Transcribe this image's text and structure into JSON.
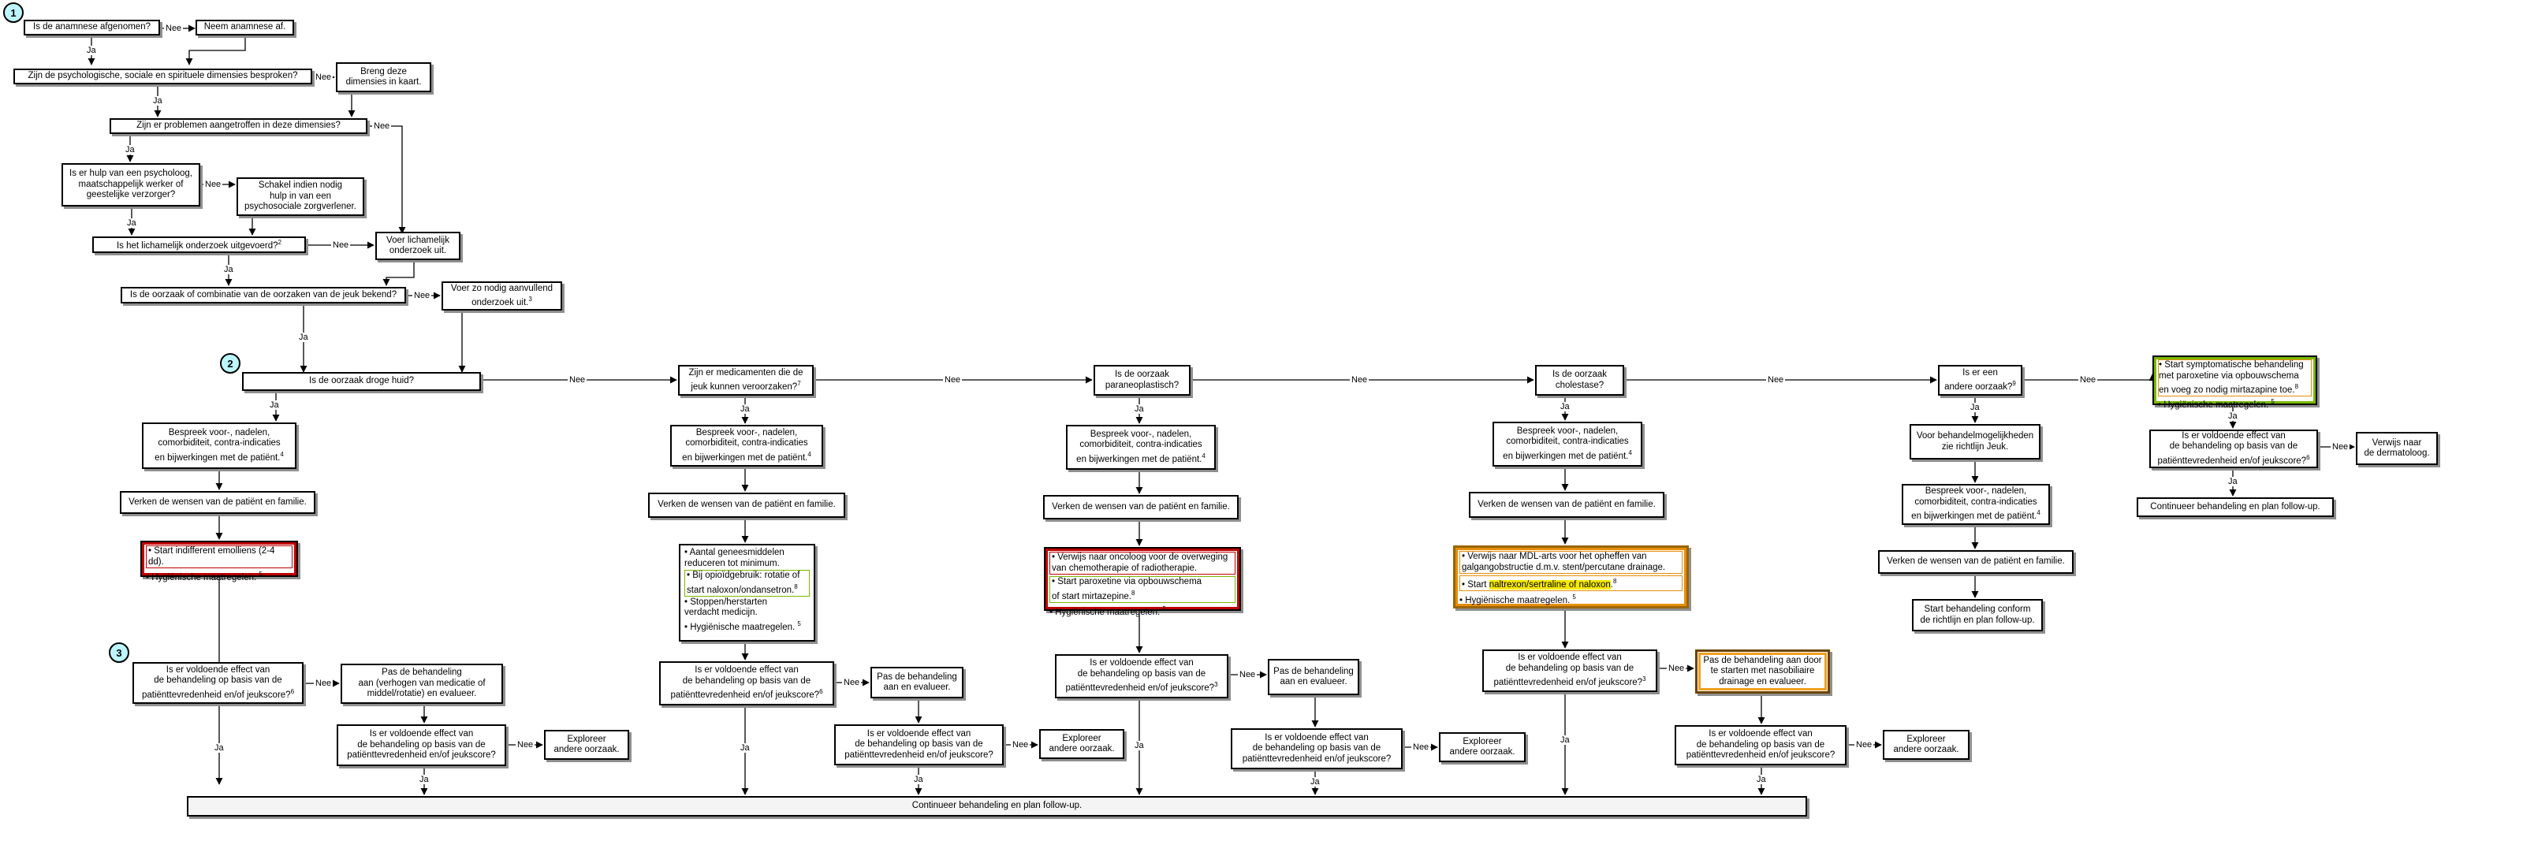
{
  "steps": [
    "1",
    "2",
    "3"
  ],
  "edges": {
    "ja": "Ja",
    "nee": "Nee"
  },
  "colors": {
    "red": "#c00000",
    "orange": "#e58e0b",
    "green": "#7ab800",
    "yellow": "#f5e800",
    "step_circle": "#bdf5ff"
  },
  "intake": {
    "anamnese_q": "Is de anamnese afgenomen?",
    "anamnese_a": "Neem anamnese af.",
    "dimensies_q": "Zijn de psychologische, sociale en spirituele dimensies besproken?",
    "dimensies_a": "Breng deze\ndimensies in kaart.",
    "problemen_q": "Zijn er problemen aangetroffen in deze dimensies?",
    "hulp_q": "Is er hulp van een psycholoog,\nmaatschappelijk werker of\ngeestelijke verzorger?",
    "hulp_a": "Schakel indien nodig\nhulp in van een\npsychosociale zorgverlener.",
    "onderzoek_q": "Is het lichamelijk onderzoek uitgevoerd?",
    "onderzoek_q_sup": "2",
    "onderzoek_a": "Voer lichamelijk\nonderzoek uit.",
    "oorzaak_q": "Is de oorzaak of combinatie van de oorzaken van de jeuk bekend?",
    "oorzaak_a": "Voer zo nodig aanvullend\nonderzoek uit.",
    "oorzaak_a_sup": "3"
  },
  "main_row": {
    "droge_huid_q": "Is de oorzaak droge huid?",
    "medicamenten_q": "Zijn er medicamenten die de\njeuk kunnen veroorzaken?",
    "medicamenten_q_sup": "7",
    "paraneoplastisch_q": "Is de oorzaak\nparaneoplastisch?",
    "cholestase_q": "Is de oorzaak\ncholestase?",
    "andere_q": "Is er een\nandere oorzaak?",
    "andere_q_sup": "9"
  },
  "common": {
    "bespreek": "Bespreek voor-, nadelen,\ncomorbiditeit, contra-indicaties\nen bijwerkingen met de patiënt.",
    "bespreek_sup": "4",
    "wensen": "Verken de wensen van de patiënt en familie.",
    "effect_q": "Is er voldoende effect van\nde behandeling op basis van de\npatiënttevredenheid en/of jeukscore?",
    "effect_q_sup": "6",
    "effect_q2": "Is er voldoende effect van\nde behandeling op basis van de\npatiënttevredenheid en/of jeukscore?",
    "effect_q2_sup": "3",
    "exploreer": "Exploreer\nandere oorzaak.",
    "continueer": "Continueer behandeling en plan follow-up."
  },
  "col_droge_huid": {
    "items": [
      "• Start indifferent emolliens (2-4 dd).",
      "• Hygiënische maatregelen."
    ],
    "items_sup": "5",
    "pas": "Pas de behandeling\naan (verhogen van medicatie of\nmiddel/rotatie) en evalueer."
  },
  "col_medicamenten": {
    "items": [
      "• Aantal geneesmiddelen\n  reduceren tot minimum.",
      "• Bij opioïdgebruik: rotatie of\n  start naloxon/ondansetron.",
      "• Stoppen/herstarten\n  verdacht medicijn.",
      "• Hygiënische maatregelen."
    ],
    "items_sups": [
      "",
      "8",
      "",
      "5"
    ],
    "pas": "Pas de behandeling\naan en evalueer."
  },
  "col_paraneoplastisch": {
    "items": [
      "• Verwijs naar oncoloog voor de overweging\n  van chemotherapie of radiotherapie.",
      "• Start paroxetine via opbouwschema\n  of start mirtazepine.",
      "• Hygiënische maatregelen."
    ],
    "items_sups": [
      "",
      "8",
      "5"
    ],
    "pas": "Pas de behandeling\naan en evalueer."
  },
  "col_cholestase": {
    "item1": "• Verwijs naar MDL-arts voor het opheffen van\n  galgangobstructie d.m.v. stent/percutane drainage.",
    "item2_prefix": "• Start ",
    "item2_highlight": "naltrexon/sertraline of naloxon",
    "item2_suffix": ".",
    "item2_sup": "8",
    "item3": "• Hygiënische maatregelen.",
    "item3_sup": "5",
    "pas": "Pas de behandeling aan door\nte starten met nasobiliaire\ndrainage en evalueer."
  },
  "col_andere": {
    "richtlijn": "Voor behandelmogelijkheden\nzie richtlijn Jeuk.",
    "start_conform": "Start behandeling conform\nde richtlijn en plan follow-up."
  },
  "col_symptomatisch": {
    "items": [
      "• Start symptomatische behandeling\n  met paroxetine via opbouwschema\n  en voeg zo nodig mirtazapine toe.",
      "• Hygiënische maatregelen."
    ],
    "items_sups": [
      "8",
      "5"
    ],
    "verwijs": "Verwijs naar\nde dermatoloog.",
    "continueer": "Continueer behandeling en plan follow-up."
  }
}
